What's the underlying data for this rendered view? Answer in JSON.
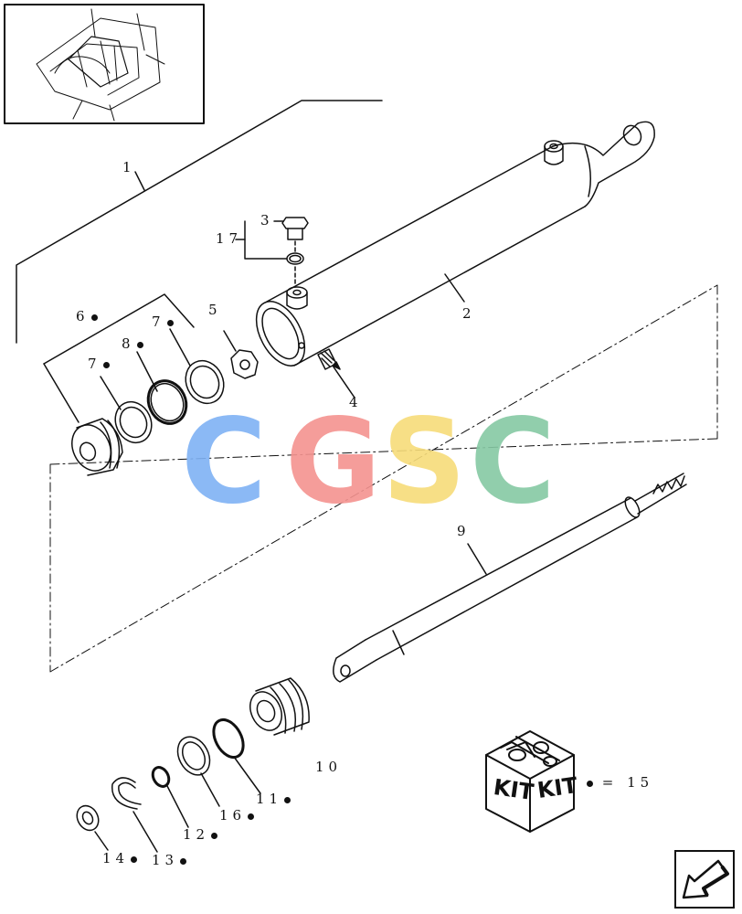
{
  "callouts": {
    "c1": "1",
    "c2": "2",
    "c3": "3",
    "c4": "4",
    "c5": "5",
    "c6": "6",
    "c7a": "7",
    "c7b": "7",
    "c8": "8",
    "c9": "9",
    "c10": "10",
    "c11": "11",
    "c12": "12",
    "c13": "13",
    "c14": "14",
    "c16": "16",
    "c17": "17"
  },
  "kit_legend": {
    "box_left": "KIT",
    "box_right": "KIT",
    "equals_text": "= 15"
  },
  "watermark": {
    "letters": [
      "C",
      "G",
      "S",
      "C"
    ],
    "colors": [
      "#7fb2f5",
      "#f59390",
      "#f7dc7a",
      "#86c9a4"
    ]
  },
  "colors": {
    "line": "#111111"
  },
  "icons": {
    "next": "arrow-left-down-icon"
  }
}
